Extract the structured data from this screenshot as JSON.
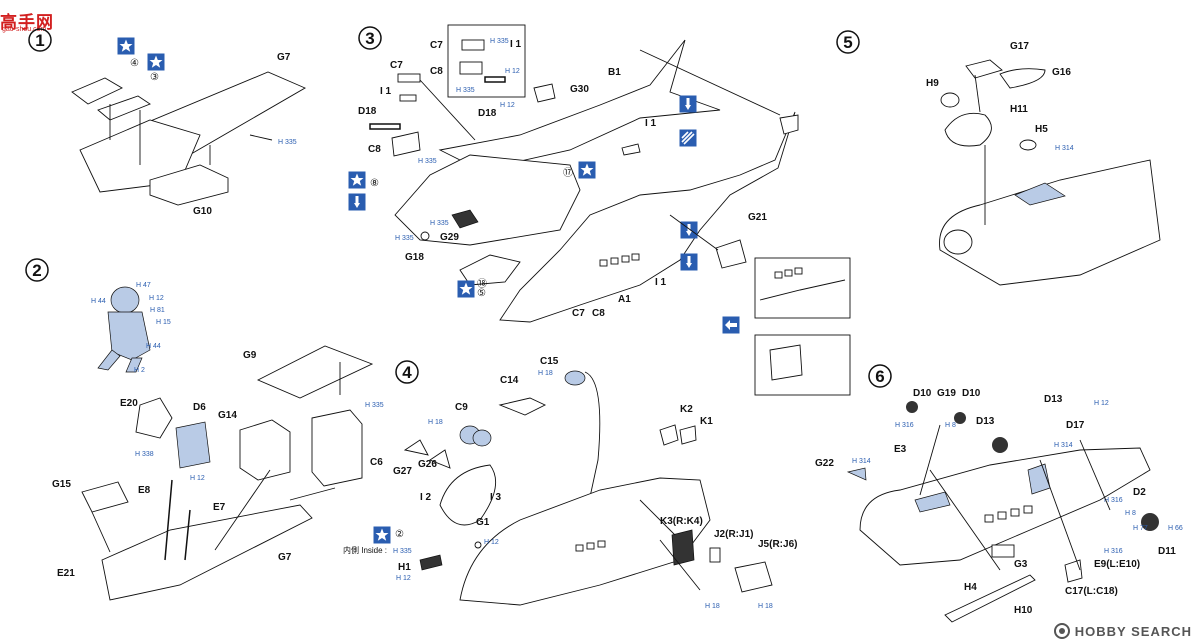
{
  "watermark": {
    "main": "高手网",
    "sub": "gao-shou.com"
  },
  "brand_watermark": "HOBBY SEARCH",
  "steps": {
    "s1": {
      "number": "1"
    },
    "s2": {
      "number": "2"
    },
    "s3": {
      "number": "3"
    },
    "s4": {
      "number": "4"
    },
    "s5": {
      "number": "5"
    },
    "s6": {
      "number": "6"
    }
  },
  "parts": {
    "G7": "G7",
    "G10": "G10",
    "G9": "G9",
    "G14": "G14",
    "C6": "C6",
    "D6": "D6",
    "E20": "E20",
    "E8": "E8",
    "E7": "E7",
    "G15": "G15",
    "E21": "E21",
    "C7": "C7",
    "C8": "C8",
    "I1": "I 1",
    "D18": "D18",
    "G30": "G30",
    "B1": "B1",
    "G29": "G29",
    "G18": "G18",
    "G21": "G21",
    "A1": "A1",
    "C15": "C15",
    "C14": "C14",
    "C9": "C9",
    "G26": "G26",
    "G27": "G27",
    "I2": "I 2",
    "I3": "I 3",
    "G1": "G1",
    "H1": "H1",
    "K2": "K2",
    "K1": "K1",
    "K3": "K3(R:K4)",
    "J2": "J2(R:J1)",
    "J5": "J5(R:J6)",
    "G17": "G17",
    "G16": "G16",
    "H9": "H9",
    "H11": "H11",
    "H5": "H5",
    "D10": "D10",
    "G19": "G19",
    "D13": "D13",
    "D17": "D17",
    "E3": "E3",
    "G22": "G22",
    "D2": "D2",
    "D11": "D11",
    "E9": "E9(L:E10)",
    "C17": "C17(L:C18)",
    "G3": "G3",
    "H4": "H4",
    "H10": "H10"
  },
  "callouts": {
    "c2": "②",
    "c3": "③",
    "c4": "④",
    "c5": "⑤",
    "c8": "⑧",
    "c17": "⑰",
    "c18": "⑱"
  },
  "inside_label": "内側 Inside :",
  "colors": {
    "H335": "H 335",
    "H47": "H 47",
    "H12": "H 12",
    "H81": "H 81",
    "H15": "H 15",
    "H44": "H 44",
    "H2": "H 2",
    "H338": "H 338",
    "H18": "H 18",
    "H314": "H 314",
    "H316": "H 316",
    "H8": "H 8",
    "H66": "H 66",
    "H77": "H 77"
  },
  "icons": [
    "star-icon",
    "paint-brush-icon",
    "decal-icon",
    "arrow-icon"
  ]
}
